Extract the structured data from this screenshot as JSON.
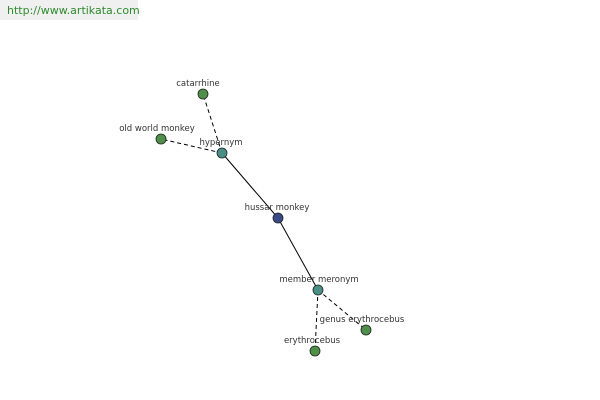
{
  "watermark": {
    "url": "http://www.artikata.com"
  },
  "colors": {
    "center_node": "#3b4a86",
    "relation_node": "#4a8f86",
    "leaf_node": "#4f8f4a",
    "edge": "#000000"
  },
  "graph": {
    "center": "hussar monkey",
    "relations": [
      {
        "label": "hypernym",
        "targets": [
          "catarrhine",
          "old world monkey"
        ]
      },
      {
        "label": "member meronym",
        "targets": [
          "genus erythrocebus",
          "erythrocebus"
        ]
      }
    ]
  }
}
